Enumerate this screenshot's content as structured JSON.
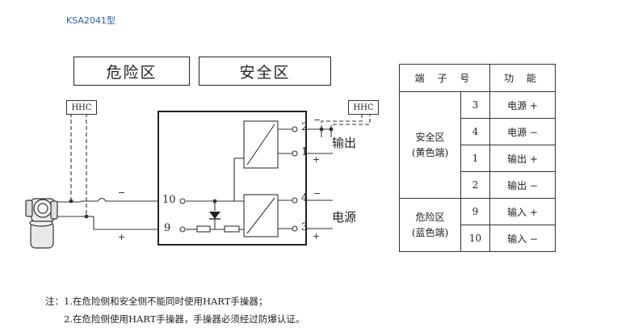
{
  "model": "KSA2041型",
  "zones": {
    "hazard": "危险区",
    "safe": "安全区"
  },
  "hhc": {
    "left": "HHC",
    "right": "HHC"
  },
  "terminals": {
    "t2": "2",
    "t1": "1",
    "t4": "4",
    "t3": "3",
    "t10": "10",
    "t9": "9"
  },
  "signs": {
    "hazard_minus": "−",
    "hazard_plus": "+",
    "out_minus": "−",
    "out_plus": "+",
    "power_minus": "−",
    "power_plus": "+"
  },
  "labels": {
    "output": "输出",
    "power": "电源"
  },
  "table": {
    "headers": [
      "端 子 号",
      "功 能"
    ],
    "groups": [
      {
        "name_line1": "安全区",
        "name_line2": "(黄色端)",
        "rows": [
          {
            "no": "3",
            "func": "电源 +"
          },
          {
            "no": "4",
            "func": "电源 −"
          },
          {
            "no": "1",
            "func": "输出 +"
          },
          {
            "no": "2",
            "func": "输出 −"
          }
        ]
      },
      {
        "name_line1": "危险区",
        "name_line2": "(蓝色端)",
        "rows": [
          {
            "no": "9",
            "func": "输入 +"
          },
          {
            "no": "10",
            "func": "输入 −"
          }
        ]
      }
    ]
  },
  "notes": {
    "line1": "注：1.在危险侧和安全侧不能同时使用HART手操器；",
    "line2": "2.在危险侧使用HART手操器，手操器必须经过防爆认证。"
  }
}
